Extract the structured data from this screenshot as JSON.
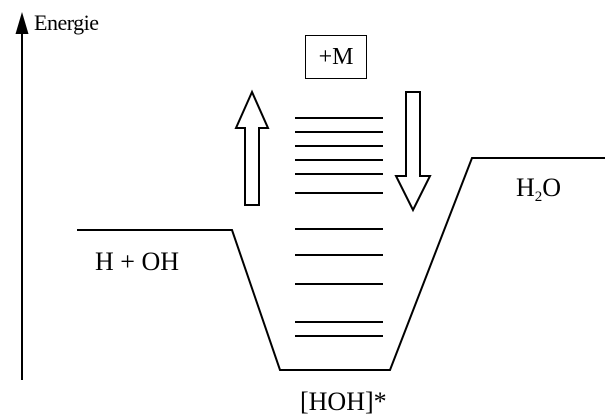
{
  "axis": {
    "label": "Energie"
  },
  "states": {
    "reactants": "H + OH",
    "product_main": "H",
    "product_sub": "2",
    "product_tail": "O",
    "complex": "[HOH]*"
  },
  "collider": {
    "label": "+M"
  },
  "energy_levels": {
    "count": 11
  },
  "colors": {
    "line": "#000000",
    "background": "#ffffff"
  }
}
